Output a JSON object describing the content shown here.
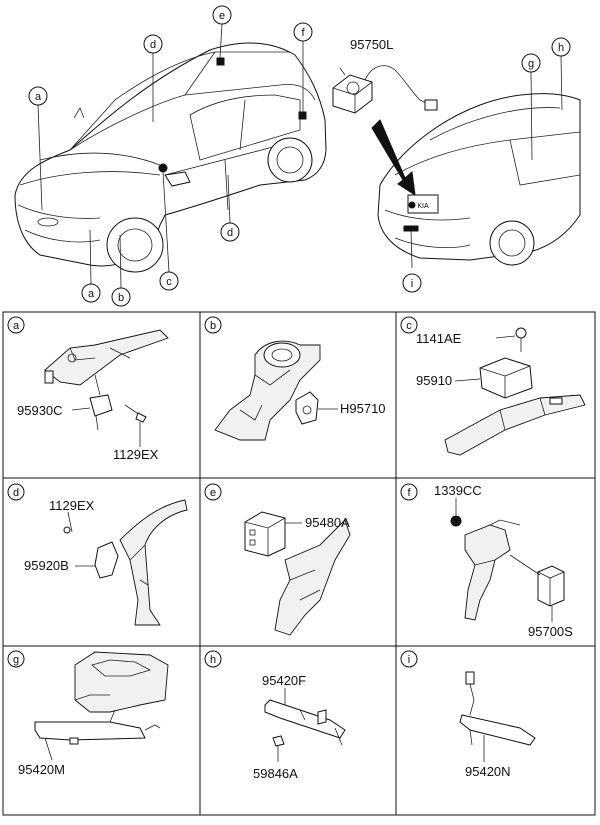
{
  "overview": {
    "callouts": [
      "a",
      "b",
      "c",
      "d",
      "e",
      "f",
      "g",
      "h",
      "i"
    ],
    "module_part": "95750L"
  },
  "panels": [
    {
      "letter": "a",
      "parts": [
        "95930C",
        "1129EX"
      ]
    },
    {
      "letter": "b",
      "parts": [
        "H95710"
      ]
    },
    {
      "letter": "c",
      "parts": [
        "1141AE",
        "95910"
      ]
    },
    {
      "letter": "d",
      "parts": [
        "1129EX",
        "95920B"
      ]
    },
    {
      "letter": "e",
      "parts": [
        "95480A"
      ]
    },
    {
      "letter": "f",
      "parts": [
        "1339CC",
        "95700S"
      ]
    },
    {
      "letter": "g",
      "parts": [
        "95420M"
      ]
    },
    {
      "letter": "h",
      "parts": [
        "95420F",
        "59846A"
      ]
    },
    {
      "letter": "i",
      "parts": [
        "95420N"
      ]
    }
  ]
}
